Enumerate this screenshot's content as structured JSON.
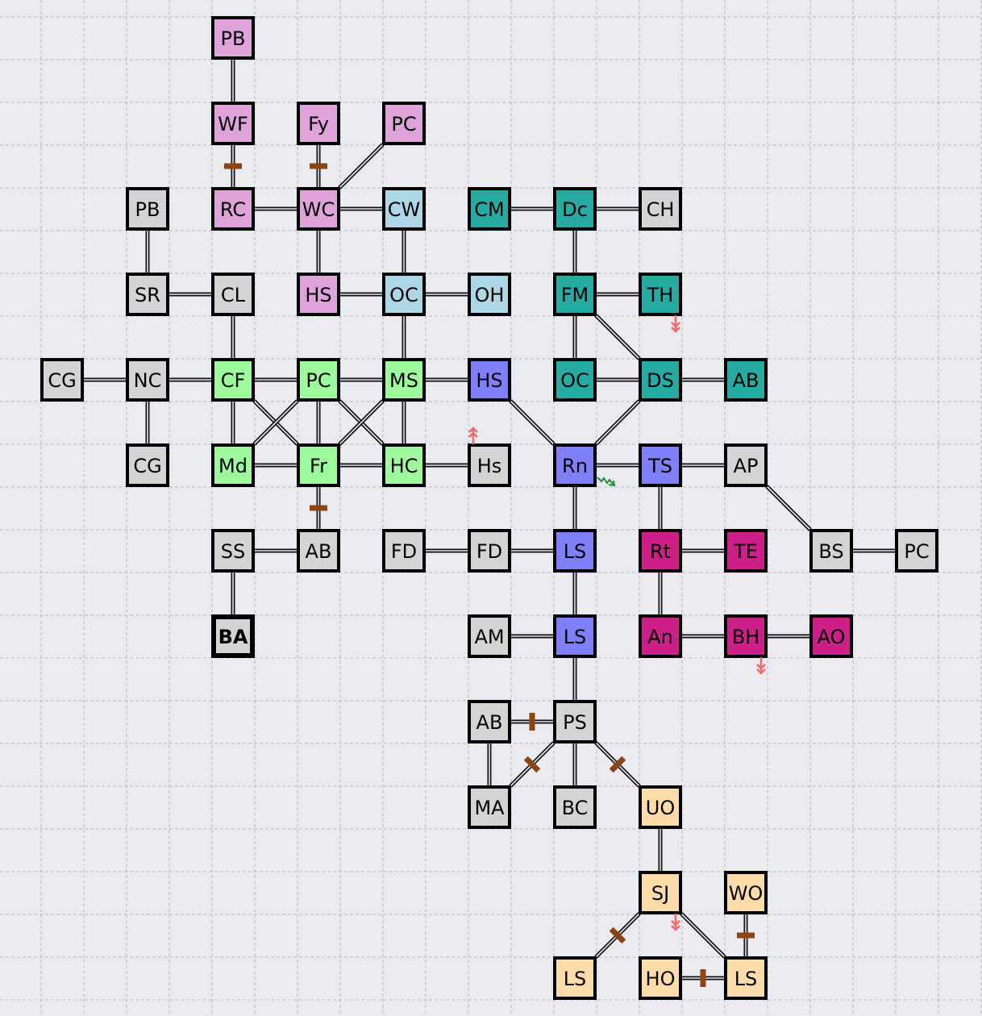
{
  "colors": {
    "pink": "#dda3da",
    "lightblue": "#acd8e6",
    "teal": "#27aaa2",
    "green": "#9cf99c",
    "purple": "#8080fc",
    "magenta": "#cc2088",
    "peach": "#fedcaa",
    "gray": "#d4d4d4",
    "door": "#8b4513",
    "marker_red": "#f06a6a",
    "marker_green": "#1e8c3c"
  },
  "rooms": [
    {
      "id": "pb1",
      "label": "PB",
      "region": "pink"
    },
    {
      "id": "wf",
      "label": "WF",
      "region": "pink"
    },
    {
      "id": "fy",
      "label": "Fy",
      "region": "pink"
    },
    {
      "id": "pc1",
      "label": "PC",
      "region": "pink"
    },
    {
      "id": "pb2",
      "label": "PB",
      "region": "gray"
    },
    {
      "id": "rc",
      "label": "RC",
      "region": "pink"
    },
    {
      "id": "wc",
      "label": "WC",
      "region": "pink"
    },
    {
      "id": "cw",
      "label": "CW",
      "region": "lightblue"
    },
    {
      "id": "cm",
      "label": "CM",
      "region": "teal"
    },
    {
      "id": "dc",
      "label": "Dc",
      "region": "teal"
    },
    {
      "id": "ch",
      "label": "CH",
      "region": "gray"
    },
    {
      "id": "sr",
      "label": "SR",
      "region": "gray"
    },
    {
      "id": "cl",
      "label": "CL",
      "region": "gray"
    },
    {
      "id": "hs1",
      "label": "HS",
      "region": "pink"
    },
    {
      "id": "oc1",
      "label": "OC",
      "region": "lightblue"
    },
    {
      "id": "oh",
      "label": "OH",
      "region": "lightblue"
    },
    {
      "id": "fm",
      "label": "FM",
      "region": "teal"
    },
    {
      "id": "th",
      "label": "TH",
      "region": "teal"
    },
    {
      "id": "cg1",
      "label": "CG",
      "region": "gray"
    },
    {
      "id": "nc",
      "label": "NC",
      "region": "gray"
    },
    {
      "id": "cf",
      "label": "CF",
      "region": "green"
    },
    {
      "id": "pc2",
      "label": "PC",
      "region": "green"
    },
    {
      "id": "ms",
      "label": "MS",
      "region": "green"
    },
    {
      "id": "hs2",
      "label": "HS",
      "region": "purple"
    },
    {
      "id": "oc2",
      "label": "OC",
      "region": "teal"
    },
    {
      "id": "ds",
      "label": "DS",
      "region": "teal"
    },
    {
      "id": "ab1",
      "label": "AB",
      "region": "teal"
    },
    {
      "id": "cg2",
      "label": "CG",
      "region": "gray"
    },
    {
      "id": "md",
      "label": "Md",
      "region": "green"
    },
    {
      "id": "fr",
      "label": "Fr",
      "region": "green"
    },
    {
      "id": "hc",
      "label": "HC",
      "region": "green"
    },
    {
      "id": "hs3",
      "label": "Hs",
      "region": "gray"
    },
    {
      "id": "rn",
      "label": "Rn",
      "region": "purple"
    },
    {
      "id": "ts",
      "label": "TS",
      "region": "purple"
    },
    {
      "id": "ap",
      "label": "AP",
      "region": "gray"
    },
    {
      "id": "ss",
      "label": "SS",
      "region": "gray"
    },
    {
      "id": "ab2",
      "label": "AB",
      "region": "gray"
    },
    {
      "id": "fd1",
      "label": "FD",
      "region": "gray"
    },
    {
      "id": "fd2",
      "label": "FD",
      "region": "gray"
    },
    {
      "id": "ls1",
      "label": "LS",
      "region": "purple"
    },
    {
      "id": "rt",
      "label": "Rt",
      "region": "magenta"
    },
    {
      "id": "te",
      "label": "TE",
      "region": "magenta"
    },
    {
      "id": "bs",
      "label": "BS",
      "region": "gray"
    },
    {
      "id": "pc3",
      "label": "PC",
      "region": "gray"
    },
    {
      "id": "ba",
      "label": "BA",
      "region": "gray",
      "current": true
    },
    {
      "id": "am",
      "label": "AM",
      "region": "gray"
    },
    {
      "id": "ls2",
      "label": "LS",
      "region": "purple"
    },
    {
      "id": "an",
      "label": "An",
      "region": "magenta"
    },
    {
      "id": "bh",
      "label": "BH",
      "region": "magenta"
    },
    {
      "id": "ao",
      "label": "AO",
      "region": "magenta"
    },
    {
      "id": "ab3",
      "label": "AB",
      "region": "gray"
    },
    {
      "id": "ps",
      "label": "PS",
      "region": "gray"
    },
    {
      "id": "ma",
      "label": "MA",
      "region": "gray"
    },
    {
      "id": "bc",
      "label": "BC",
      "region": "gray"
    },
    {
      "id": "uo",
      "label": "UO",
      "region": "peach"
    },
    {
      "id": "sj",
      "label": "SJ",
      "region": "peach"
    },
    {
      "id": "wo",
      "label": "WO",
      "region": "peach"
    },
    {
      "id": "ls3",
      "label": "LS",
      "region": "peach"
    },
    {
      "id": "ho",
      "label": "HO",
      "region": "peach"
    },
    {
      "id": "ls4",
      "label": "LS",
      "region": "peach"
    }
  ],
  "connections": [
    [
      "pb1",
      "wf"
    ],
    [
      "wf",
      "rc",
      "door"
    ],
    [
      "fy",
      "wc",
      "door"
    ],
    [
      "pc1",
      "wc"
    ],
    [
      "rc",
      "wc"
    ],
    [
      "wc",
      "cw"
    ],
    [
      "wc",
      "hs1"
    ],
    [
      "cw",
      "oc1"
    ],
    [
      "cm",
      "dc"
    ],
    [
      "dc",
      "ch"
    ],
    [
      "dc",
      "fm"
    ],
    [
      "pb2",
      "sr"
    ],
    [
      "sr",
      "cl"
    ],
    [
      "cl",
      "cf"
    ],
    [
      "hs1",
      "oc1"
    ],
    [
      "oc1",
      "oh"
    ],
    [
      "oc1",
      "ms"
    ],
    [
      "fm",
      "th"
    ],
    [
      "fm",
      "oc2"
    ],
    [
      "fm",
      "ds"
    ],
    [
      "cg1",
      "nc"
    ],
    [
      "nc",
      "cf"
    ],
    [
      "nc",
      "cg2"
    ],
    [
      "cf",
      "pc2"
    ],
    [
      "pc2",
      "ms"
    ],
    [
      "ms",
      "hs2"
    ],
    [
      "cf",
      "md"
    ],
    [
      "pc2",
      "fr"
    ],
    [
      "ms",
      "hc"
    ],
    [
      "cf",
      "fr"
    ],
    [
      "pc2",
      "md"
    ],
    [
      "pc2",
      "hc"
    ],
    [
      "ms",
      "fr"
    ],
    [
      "oc2",
      "ds"
    ],
    [
      "ds",
      "ab1"
    ],
    [
      "hs2",
      "rn"
    ],
    [
      "ds",
      "rn"
    ],
    [
      "md",
      "fr"
    ],
    [
      "fr",
      "hc"
    ],
    [
      "hc",
      "hs3"
    ],
    [
      "fr",
      "ab2",
      "door"
    ],
    [
      "rn",
      "ts"
    ],
    [
      "ts",
      "ap"
    ],
    [
      "ap",
      "bs"
    ],
    [
      "rn",
      "ls1"
    ],
    [
      "ts",
      "rt"
    ],
    [
      "ss",
      "ab2"
    ],
    [
      "ss",
      "ba"
    ],
    [
      "fd1",
      "fd2"
    ],
    [
      "fd2",
      "ls1"
    ],
    [
      "rt",
      "te"
    ],
    [
      "bs",
      "pc3"
    ],
    [
      "ls1",
      "ls2"
    ],
    [
      "rt",
      "an"
    ],
    [
      "am",
      "ls2"
    ],
    [
      "an",
      "bh"
    ],
    [
      "bh",
      "ao"
    ],
    [
      "ls2",
      "ps"
    ],
    [
      "ab3",
      "ps",
      "door"
    ],
    [
      "ab3",
      "ma"
    ],
    [
      "ps",
      "ma",
      "door"
    ],
    [
      "ps",
      "bc"
    ],
    [
      "ps",
      "uo",
      "door"
    ],
    [
      "uo",
      "sj"
    ],
    [
      "sj",
      "ls3",
      "door"
    ],
    [
      "sj",
      "ls4"
    ],
    [
      "wo",
      "ls4",
      "door"
    ],
    [
      "ho",
      "ls4",
      "door"
    ]
  ],
  "markers": [
    {
      "room": "hs3",
      "type": "up-arrow",
      "color": "marker_red"
    },
    {
      "room": "th",
      "type": "down-arrow",
      "color": "marker_red"
    },
    {
      "room": "bh",
      "type": "down-arrow",
      "color": "marker_red"
    },
    {
      "room": "sj",
      "type": "down-arrow",
      "color": "marker_red"
    },
    {
      "room": "rn",
      "type": "squiggle-arrow",
      "color": "marker_green"
    }
  ]
}
